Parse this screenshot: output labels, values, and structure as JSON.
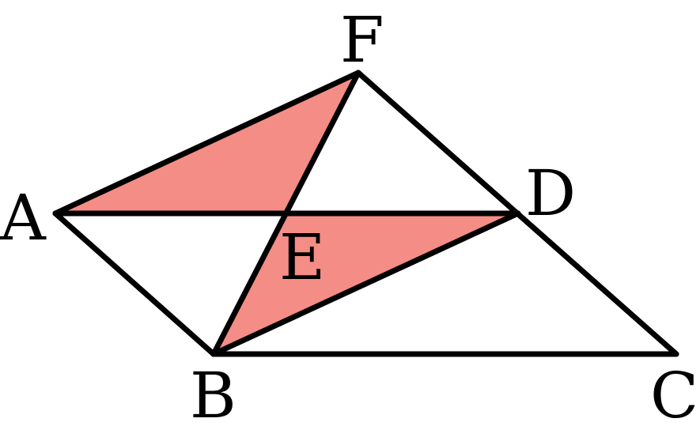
{
  "diagram": {
    "points": {
      "A": "A",
      "B": "B",
      "C": "C",
      "D": "D",
      "E": "E",
      "F": "F"
    },
    "shaded_regions": [
      "AEF",
      "BED"
    ],
    "segments": [
      "AD",
      "AB",
      "BC",
      "CF",
      "BF",
      "BD",
      "AF"
    ],
    "colors": {
      "shade": "#f48d85",
      "line": "#000000",
      "background": "#ffffff"
    }
  }
}
